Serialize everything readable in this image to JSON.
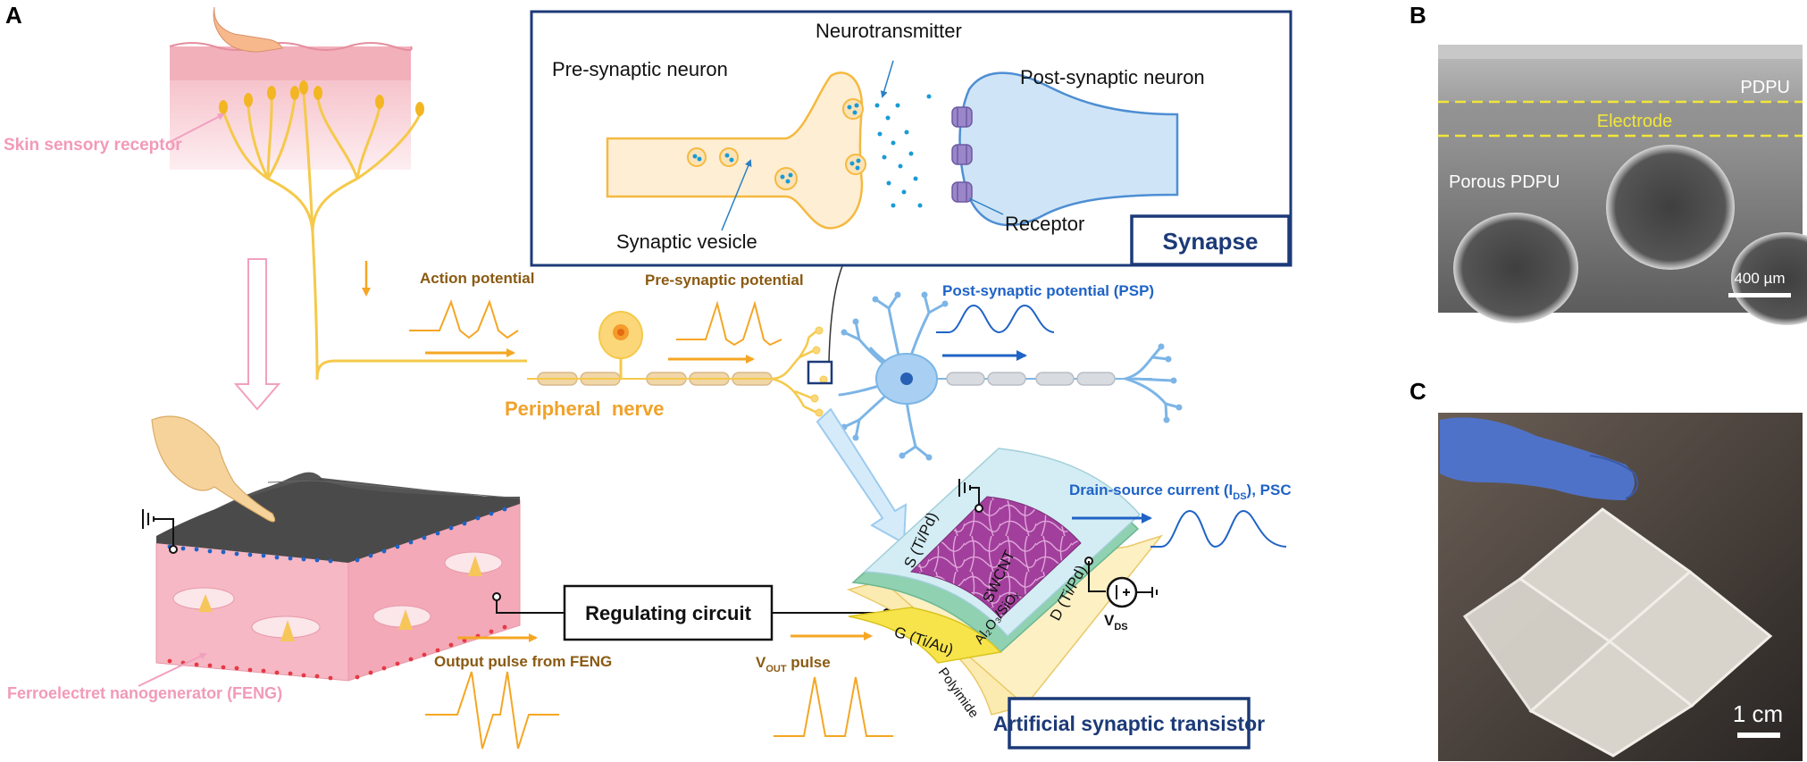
{
  "panels": {
    "a": "A",
    "b": "B",
    "c": "C"
  },
  "colors": {
    "orange": "#f5a623",
    "dark_orange": "#8a5a12",
    "blue": "#1f63c6",
    "navy": "#1c3a78",
    "pink": "#f29ab9",
    "skin": "#f6c9cf",
    "purple": "#9a4aa6"
  },
  "labels": {
    "skin_sensory_receptor": "Skin sensory receptor",
    "action_potential": "Action potential",
    "pre_synaptic_potential": "Pre-synaptic potential",
    "peripheral_nerve": "Peripheral  nerve",
    "post_synaptic_potential": "Post-synaptic potential (PSP)",
    "neurotransmitter": "Neurotransmitter",
    "pre_synaptic_neuron": "Pre-synaptic neuron",
    "post_synaptic_neuron": "Post-synaptic neuron",
    "synaptic_vesicle": "Synaptic vesicle",
    "receptor": "Receptor",
    "synapse": "Synapse",
    "regulating_circuit": "Regulating circuit",
    "output_pulse": "Output pulse from FENG",
    "feng": "Ferroelectret nanogenerator (FENG)",
    "vout_v": "V",
    "vout_sub": "OUT",
    "vout_pulse": " pulse",
    "drain_source": "Drain-source current (I",
    "drain_source_sub": "DS",
    "drain_source_end": "), PSC",
    "source": "S (Ti/Pd)",
    "swcnt": "SWCNT",
    "drain": "D (Ti/Pd)",
    "gate": "G (Ti/Au)",
    "dielectric": "Al₂O₃/SiOₓ",
    "polyimide": "Polyimide",
    "vds_v": "V",
    "vds_sub": "DS",
    "artificial_synaptic_transistor": "Artificial synaptic transistor"
  },
  "sem": {
    "pdpu": "PDPU",
    "electrode": "Electrode",
    "porous_pdpu": "Porous PDPU",
    "scale": "400 µm"
  },
  "photo": {
    "scale": "1 cm"
  }
}
